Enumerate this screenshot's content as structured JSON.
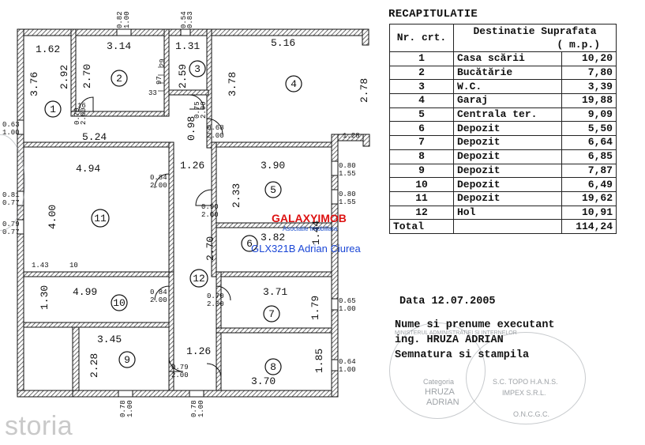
{
  "recap": {
    "title": "RECAPITULATIE",
    "headers": [
      "Nr. crt.",
      "Destinatie Suprafata",
      "( m.p.)"
    ],
    "rows": [
      {
        "nr": "1",
        "destinatie": "Casa scării",
        "suprafata": "10,20"
      },
      {
        "nr": "2",
        "destinatie": "Bucătărie",
        "suprafata": "7,80"
      },
      {
        "nr": "3",
        "destinatie": "W.C.",
        "suprafata": "3,39"
      },
      {
        "nr": "4",
        "destinatie": "Garaj",
        "suprafata": "19,88"
      },
      {
        "nr": "5",
        "destinatie": "Centrala ter.",
        "suprafata": "9,09"
      },
      {
        "nr": "6",
        "destinatie": "Depozit",
        "suprafata": "5,50"
      },
      {
        "nr": "7",
        "destinatie": "Depozit",
        "suprafata": "6,64"
      },
      {
        "nr": "8",
        "destinatie": "Depozit",
        "suprafata": "6,85"
      },
      {
        "nr": "9",
        "destinatie": "Depozit",
        "suprafata": "7,87"
      },
      {
        "nr": "10",
        "destinatie": "Depozit",
        "suprafata": "6,49"
      },
      {
        "nr": "11",
        "destinatie": "Depozit",
        "suprafata": "19,62"
      },
      {
        "nr": "12",
        "destinatie": "Hol",
        "suprafata": "10,91"
      }
    ],
    "total_label": "Total",
    "total_value": "114,24"
  },
  "info": {
    "date": "Data 12.07.2005",
    "executant_line": "Nume si prenume executant",
    "executant_name": "ing. HRUZA ADRIAN",
    "signature_line": "Semnatura si stampila"
  },
  "watermark": {
    "agency": "GALAXYIMOB",
    "agency_sub": "Asociatie Imobiliara",
    "listing": "GLX321B Adrian Ciurea",
    "site": "storia"
  },
  "plan": {
    "rooms": [
      "1",
      "2",
      "3",
      "4",
      "5",
      "6",
      "7",
      "8",
      "9",
      "10",
      "11",
      "12"
    ],
    "dims": [
      "1.62",
      "3.14",
      "1.31",
      "5.16",
      "3.76",
      "2.92",
      "2.70",
      "2.59",
      "3.78",
      "2.78",
      "5.24",
      "0.98",
      "1.28",
      "4.94",
      "1.26",
      "3.90",
      "4.00",
      "2.33",
      "2.70",
      "3.82",
      "1.43",
      "1.44",
      "4.99",
      "1.30",
      "3.71",
      "1.79",
      "3.45",
      "1.26",
      "2.28",
      "3.70",
      "1.85",
      "0.82",
      "1.00",
      "0.54",
      "0.83",
      "0.63",
      "1.00",
      "0.68",
      "2.00",
      "0.84",
      "2.00",
      "0.80",
      "1.55",
      "0.80",
      "1.55",
      "0.90",
      "2.00",
      "0.81",
      "0.77",
      "0.79",
      "0.77",
      "0.84",
      "2.00",
      "0.70",
      "2.00",
      "0.65",
      "1.00",
      "0.79",
      "2.00",
      "0.64",
      "1.00",
      "0.78",
      "1.00",
      "0.78",
      "1.00",
      "0.70",
      "2.00",
      "0.75",
      "2.00",
      "29",
      "97",
      "33",
      "16",
      "10"
    ],
    "stamp_left": "MINISTERUL ADMINISTRATIEI SI INTERNELOR",
    "stamp_center": [
      "Categoria",
      "HRUZA",
      "ADRIAN"
    ],
    "stamp_right": [
      "S.C. TOPO H.A.N.S.",
      "IMPEX S.R.L.",
      "O.N.C.G.C."
    ]
  }
}
